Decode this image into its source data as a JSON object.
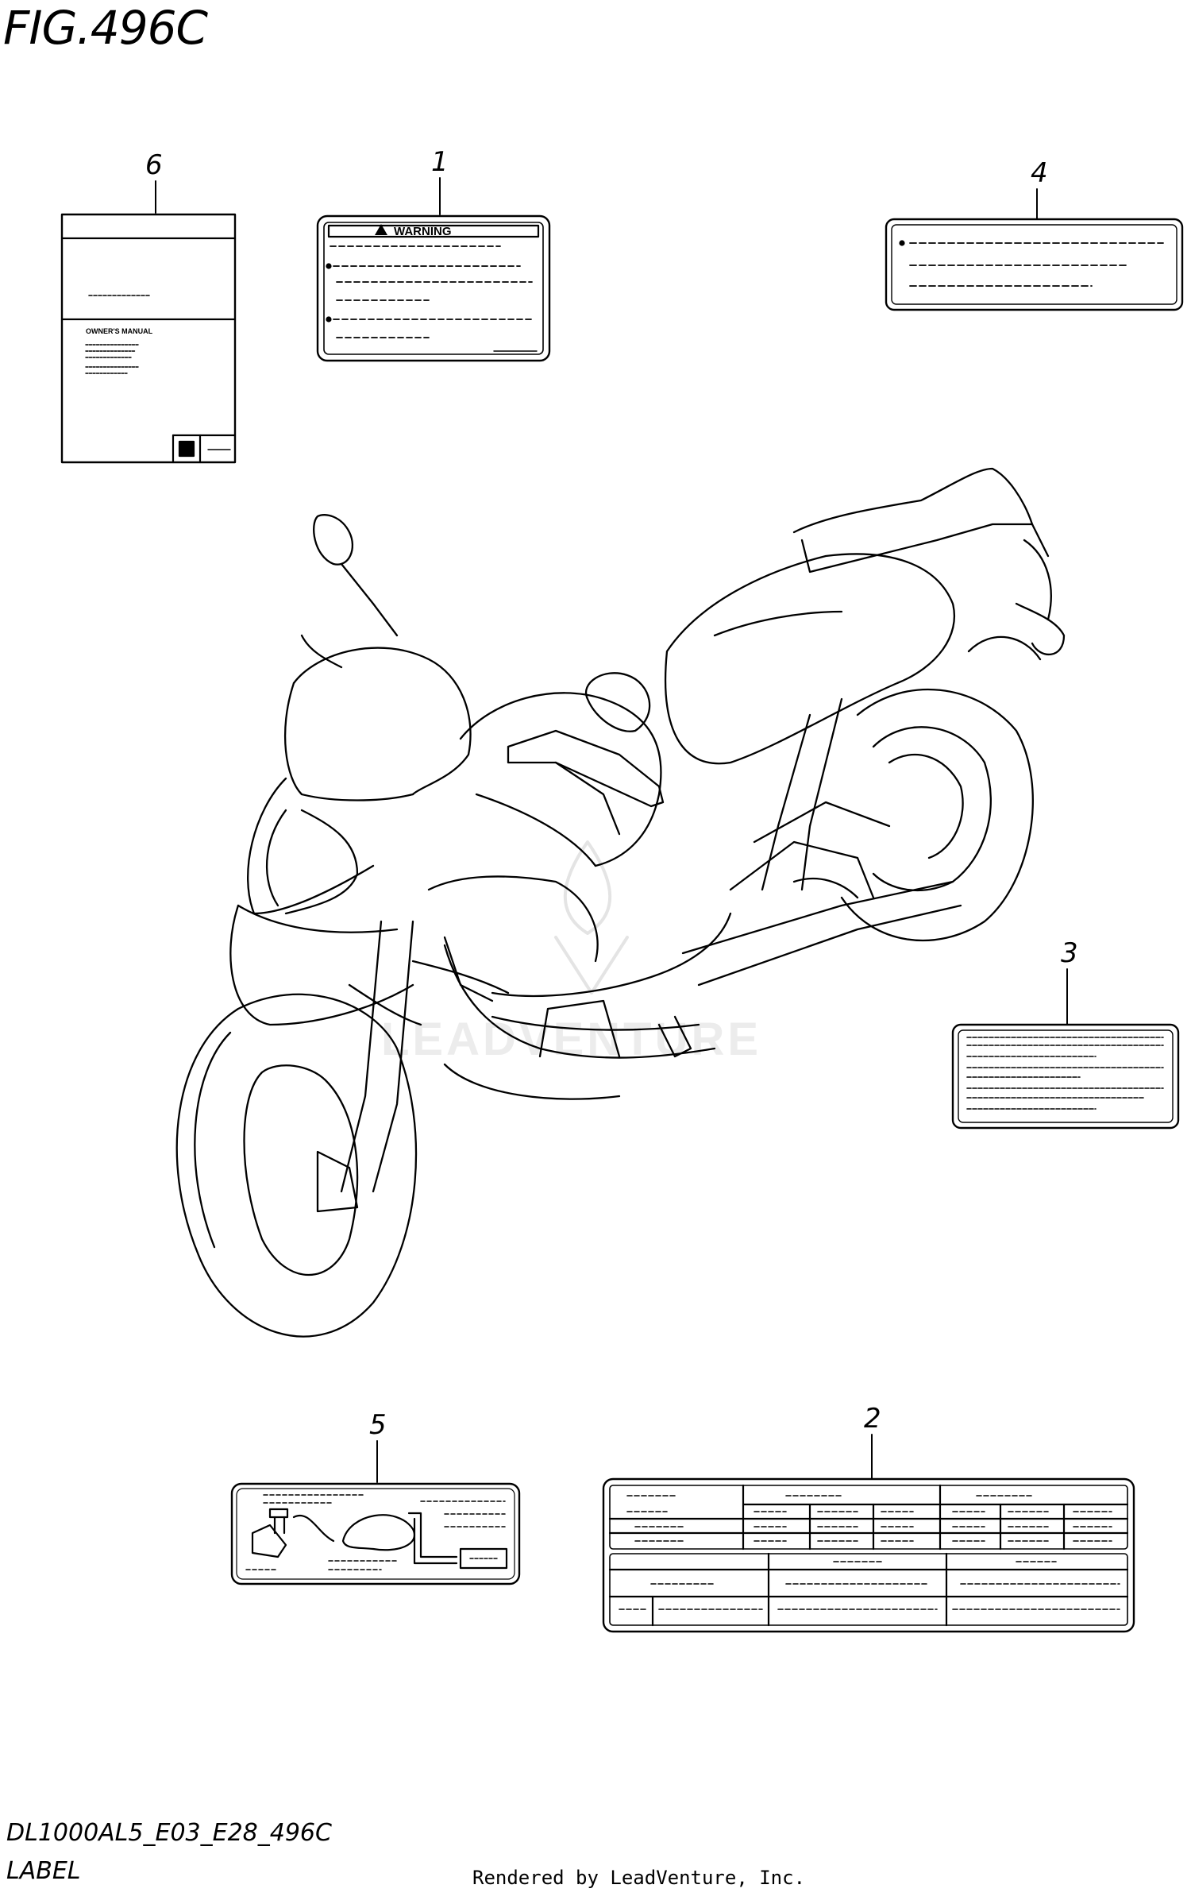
{
  "figure": {
    "title": "FIG.496C",
    "model_code": "DL1000AL5_E03_E28_496C",
    "page_label": "LABEL",
    "credit": "Rendered by LeadVenture, Inc.",
    "watermark": "LEADVENTURE"
  },
  "callouts": [
    {
      "id": "1",
      "label": "1"
    },
    {
      "id": "2",
      "label": "2"
    },
    {
      "id": "3",
      "label": "3"
    },
    {
      "id": "4",
      "label": "4"
    },
    {
      "id": "5",
      "label": "5"
    },
    {
      "id": "6",
      "label": "6"
    }
  ],
  "labels": {
    "warning_label": {
      "heading": "WARNING"
    },
    "owners_manual": {
      "heading": "OWNER'S MANUAL"
    }
  },
  "icons": [
    "warning-triangle-icon",
    "suzuki-logo-icon"
  ],
  "colors": {
    "line": "#000000",
    "background": "#ffffff",
    "watermark": "#e6e6e6"
  }
}
